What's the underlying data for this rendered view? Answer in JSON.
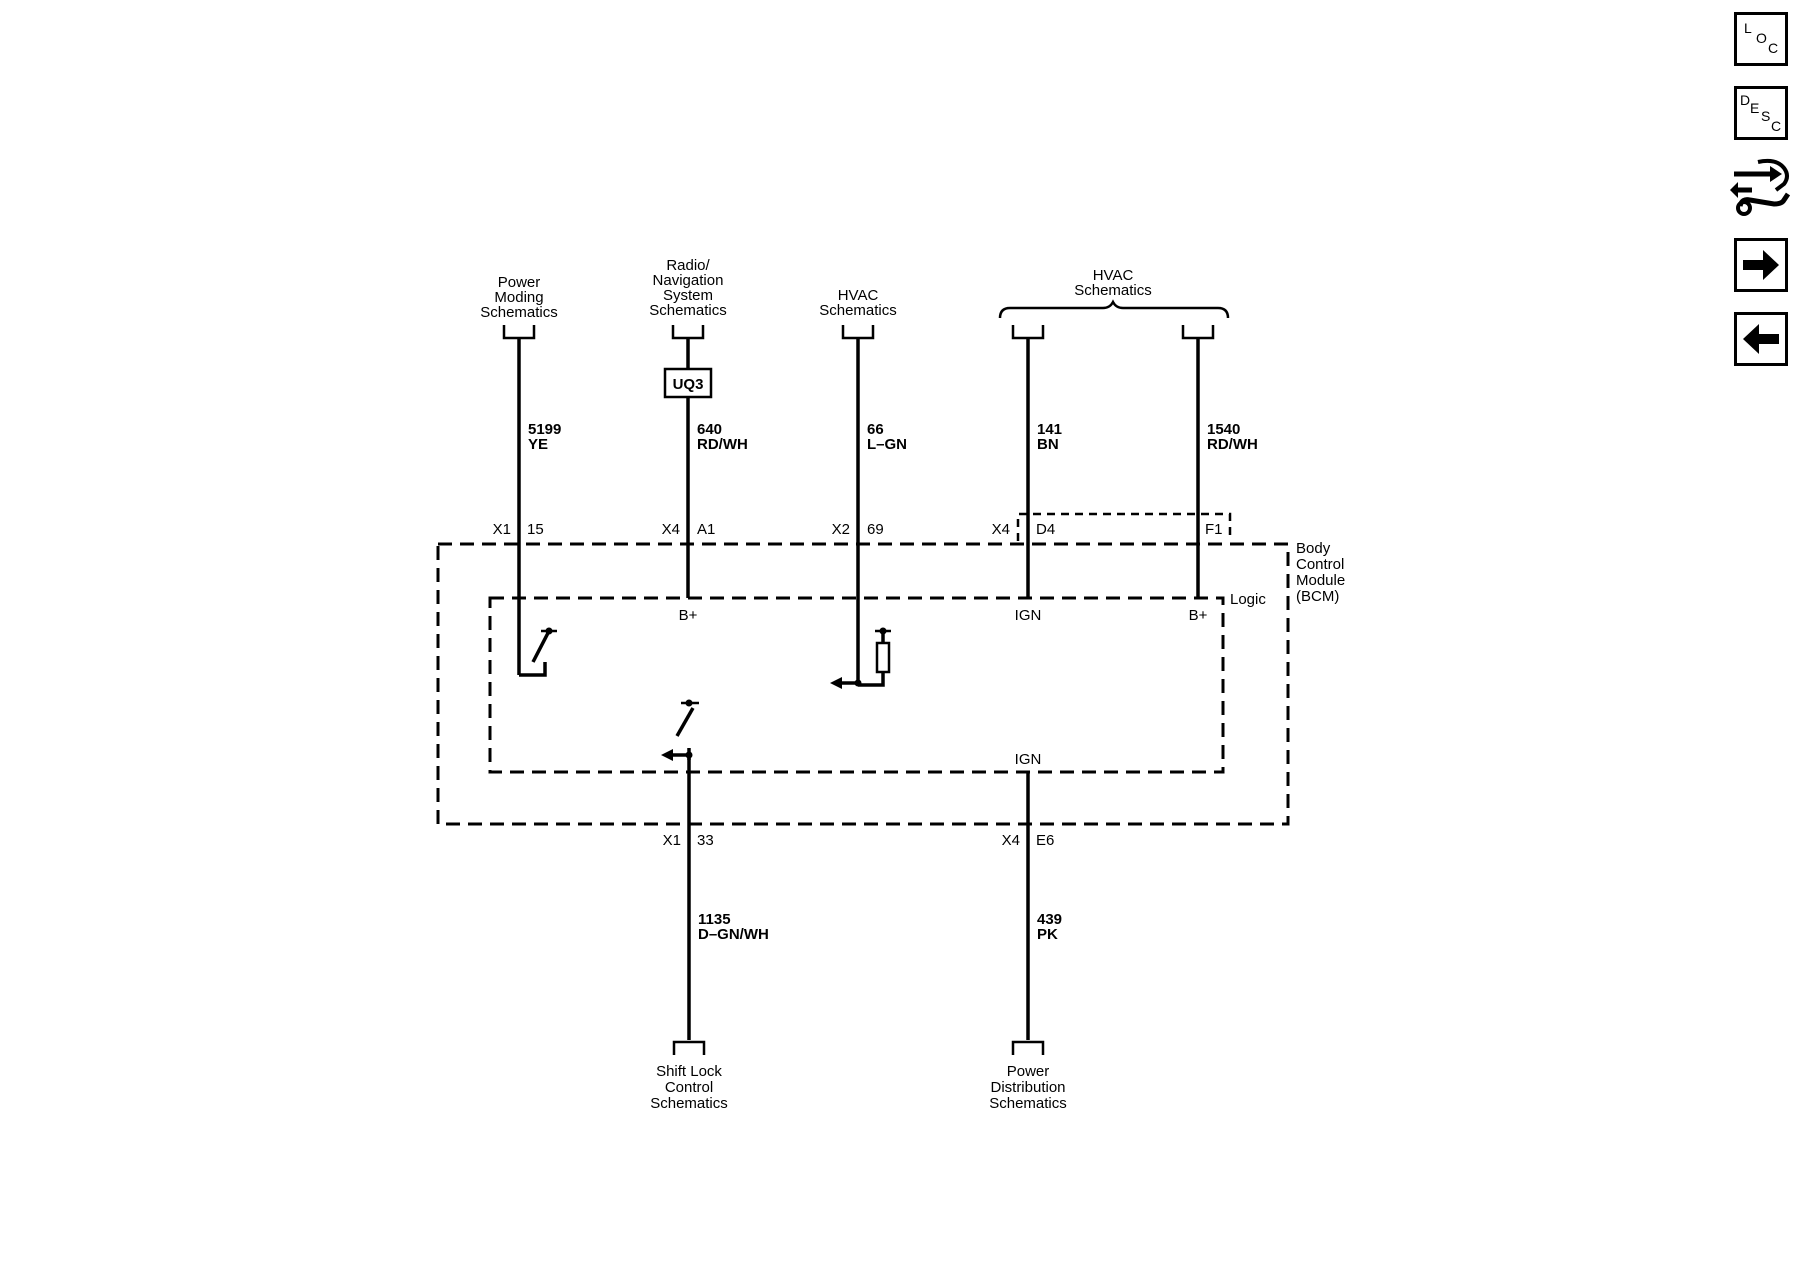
{
  "sources": {
    "power_moding": [
      "Power",
      "Moding",
      "Schematics"
    ],
    "radio": [
      "Radio/",
      "Navigation",
      "System",
      "Schematics"
    ],
    "hvac_single": [
      "HVAC",
      "Schematics"
    ],
    "hvac_group": [
      "HVAC",
      "Schematics"
    ],
    "shift_lock": [
      "Shift Lock",
      "Control",
      "Schematics"
    ],
    "power_dist": [
      "Power",
      "Distribution",
      "Schematics"
    ]
  },
  "component": {
    "uq3": "UQ3"
  },
  "wires": {
    "w5199": {
      "circuit": "5199",
      "color": "YE"
    },
    "w640": {
      "circuit": "640",
      "color": "RD/WH"
    },
    "w66": {
      "circuit": "66",
      "color": "L–GN"
    },
    "w141": {
      "circuit": "141",
      "color": "BN"
    },
    "w1540": {
      "circuit": "1540",
      "color": "RD/WH"
    },
    "w1135": {
      "circuit": "1135",
      "color": "D–GN/WH"
    },
    "w439": {
      "circuit": "439",
      "color": "PK"
    }
  },
  "pins": {
    "p1": {
      "conn": "X1",
      "pin": "15"
    },
    "p2": {
      "conn": "X4",
      "pin": "A1"
    },
    "p3": {
      "conn": "X2",
      "pin": "69"
    },
    "p4": {
      "conn": "X4",
      "pin": "D4"
    },
    "p5": {
      "pin": "F1"
    },
    "p6": {
      "conn": "X1",
      "pin": "33"
    },
    "p7": {
      "conn": "X4",
      "pin": "E6"
    }
  },
  "module": {
    "name": [
      "Body",
      "Control",
      "Module",
      "(BCM)"
    ],
    "logic": "Logic"
  },
  "internal": {
    "bplus1": "B+",
    "ign_top": "IGN",
    "bplus2": "B+",
    "ign_bottom": "IGN"
  },
  "nav": {
    "loc": [
      "L",
      "O",
      "C"
    ],
    "desc": [
      "D",
      "E",
      "S",
      "C"
    ],
    "tools": "tools-icon",
    "next": "arrow-right-icon",
    "prev": "arrow-left-icon"
  }
}
